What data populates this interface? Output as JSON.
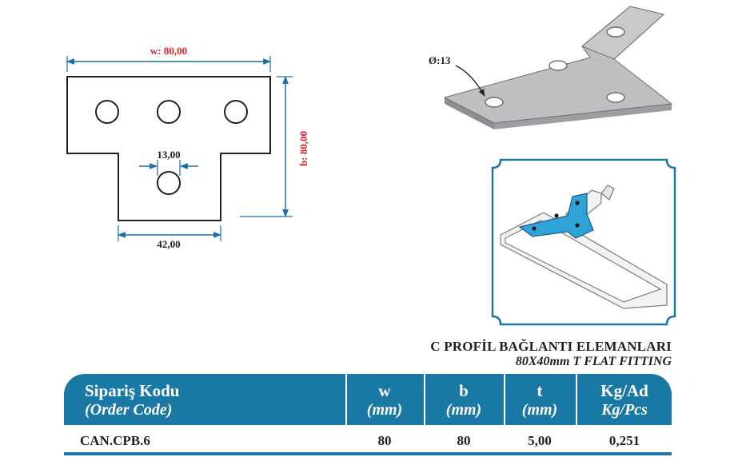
{
  "drawing": {
    "w_label": "w: 80,00",
    "b_label": "b: 80,00",
    "hole_dim": "13,00",
    "stem_dim": "42,00"
  },
  "iso": {
    "hole_label": "Ø:13"
  },
  "product": {
    "title_tr": "C PROFİL BAĞLANTI ELEMANLARI",
    "title_en": "80X40mm T FLAT FITTING"
  },
  "table": {
    "headers": [
      {
        "l1": "Sipariş Kodu",
        "l2": "(Order Code)"
      },
      {
        "l1": "w",
        "l2": "(mm)"
      },
      {
        "l1": "b",
        "l2": "(mm)"
      },
      {
        "l1": "t",
        "l2": "(mm)"
      },
      {
        "l1": "Kg/Ad",
        "l2": "Kg/Pcs"
      }
    ],
    "rows": [
      [
        "CAN.CPB.6",
        "80",
        "80",
        "5,00",
        "0,251"
      ]
    ]
  },
  "colors": {
    "dim_blue": "#1a6ea8",
    "dim_red": "#e0202a",
    "header_blue": "#1a78a4",
    "plate_grey": "#bdbfc1",
    "plate_accent": "#2fa3d8"
  }
}
